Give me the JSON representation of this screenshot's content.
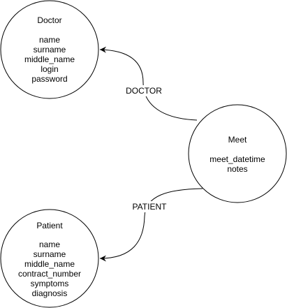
{
  "nodes": {
    "doctor": {
      "title": "Doctor",
      "fields": [
        "name",
        "surname",
        "middle_name",
        "login",
        "password"
      ]
    },
    "meet": {
      "title": "Meet",
      "fields": [
        "meet_datetime",
        "notes"
      ]
    },
    "patient": {
      "title": "Patient",
      "fields": [
        "name",
        "surname",
        "middle_name",
        "contract_number",
        "symptoms",
        "diagnosis"
      ]
    }
  },
  "edges": {
    "doctor": {
      "label": "DOCTOR"
    },
    "patient": {
      "label": "PATIENT"
    }
  },
  "colors": {
    "stroke": "#000000",
    "fill": "#ffffff",
    "text": "#000000"
  }
}
